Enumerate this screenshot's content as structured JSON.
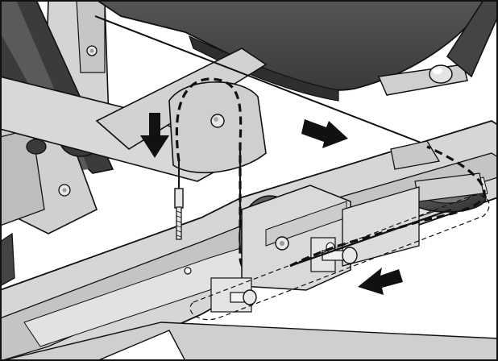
{
  "figure": {
    "type": "assembly-illustration",
    "style": "grayscale technical line drawing",
    "frame_border": true
  },
  "colors": {
    "background": "#ffffff",
    "frame_light": "#d9d9d9",
    "frame_mid": "#bdbdbd",
    "frame_dark": "#8c8c8c",
    "seat_pad": "#4a4a4a",
    "seat_pad_dark": "#2f2f2f",
    "outline": "#111111",
    "cable": "#111111",
    "arrow": "#111111"
  },
  "icons": {
    "direction_arrows": [
      "arrow-down-icon",
      "arrow-right-icon",
      "arrow-left-icon"
    ],
    "cable_routing": "dashed-cable-path"
  },
  "annotations": {
    "arrow_cable_down": "down",
    "arrow_cable_right": "right",
    "arrow_cable_left": "left"
  }
}
